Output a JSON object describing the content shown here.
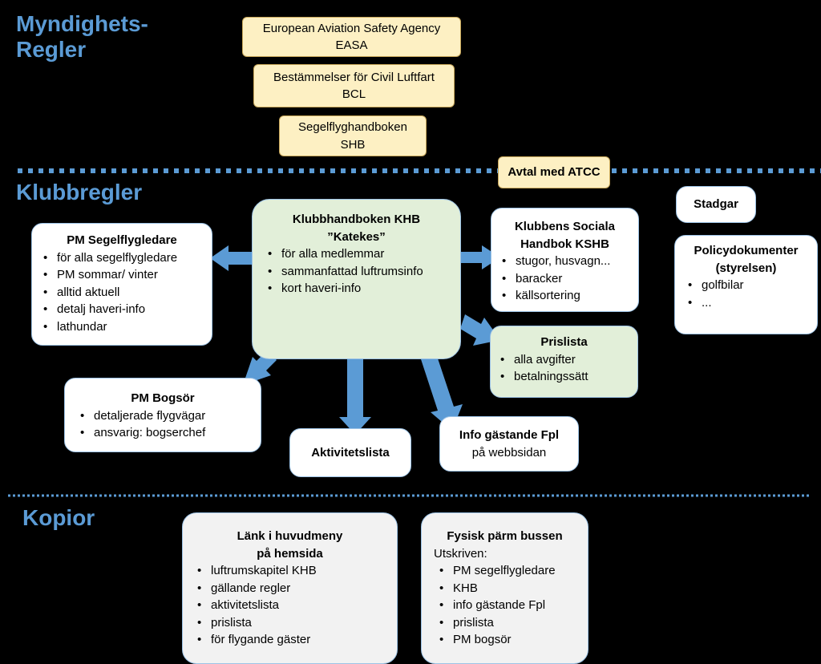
{
  "headings": {
    "authority": "Myndighets-\nRegler",
    "club": "Klubbregler",
    "copies": "Kopior"
  },
  "authority_boxes": [
    {
      "line1": "European Aviation Safety Agency",
      "line2": "EASA"
    },
    {
      "line1": "Bestämmelser för Civil Luftfart",
      "line2": "BCL"
    },
    {
      "line1": "Segelflyghandboken",
      "line2": "SHB"
    }
  ],
  "atcc": "Avtal med ATCC",
  "stadgar": "Stadgar",
  "policy": {
    "title": "Policydokumenter\n(styrelsen)",
    "items": [
      "golfbilar",
      "..."
    ]
  },
  "khb": {
    "title": "Klubbhandboken KHB\n”Katekes”",
    "items": [
      "för alla medlemmar",
      "sammanfattad luftrumsinfo",
      "kort haveri-info"
    ]
  },
  "pm_seg": {
    "title": "PM Segelflygledare",
    "items": [
      "för alla segelflygledare",
      "PM sommar/ vinter",
      "alltid aktuell",
      "detalj haveri-info",
      "lathundar"
    ]
  },
  "kshb": {
    "title": "Klubbens Sociala\nHandbok KSHB",
    "items": [
      "stugor, husvagn...",
      "baracker",
      "källsortering"
    ]
  },
  "prislista": {
    "title": "Prislista",
    "items": [
      "alla avgifter",
      "betalningssätt"
    ]
  },
  "pm_bog": {
    "title": "PM Bogsör",
    "items": [
      "detaljerade flygvägar",
      "ansvarig: bogserchef"
    ]
  },
  "aktivitet": "Aktivitetslista",
  "info": {
    "title": "Info gästande Fpl",
    "subtitle": "på webbsidan"
  },
  "lank": {
    "title": "Länk i huvudmeny\npå hemsida",
    "items": [
      "luftrumskapitel KHB",
      "gällande regler",
      "aktivitetslista",
      "prislista",
      "för flygande gäster"
    ]
  },
  "parm": {
    "title": "Fysisk pärm bussen",
    "subtitle": "Utskriven:",
    "items": [
      "PM segelflygledare",
      "KHB",
      "info gästande Fpl",
      "prislista",
      "PM bogsör"
    ]
  },
  "colors": {
    "heading": "#5b9bd5",
    "arrow": "#5b9bd5",
    "yellow_box": "#fdf0c3",
    "green_box": "#e2efd9",
    "grey_box": "#f2f2f2",
    "background": "#000000"
  }
}
